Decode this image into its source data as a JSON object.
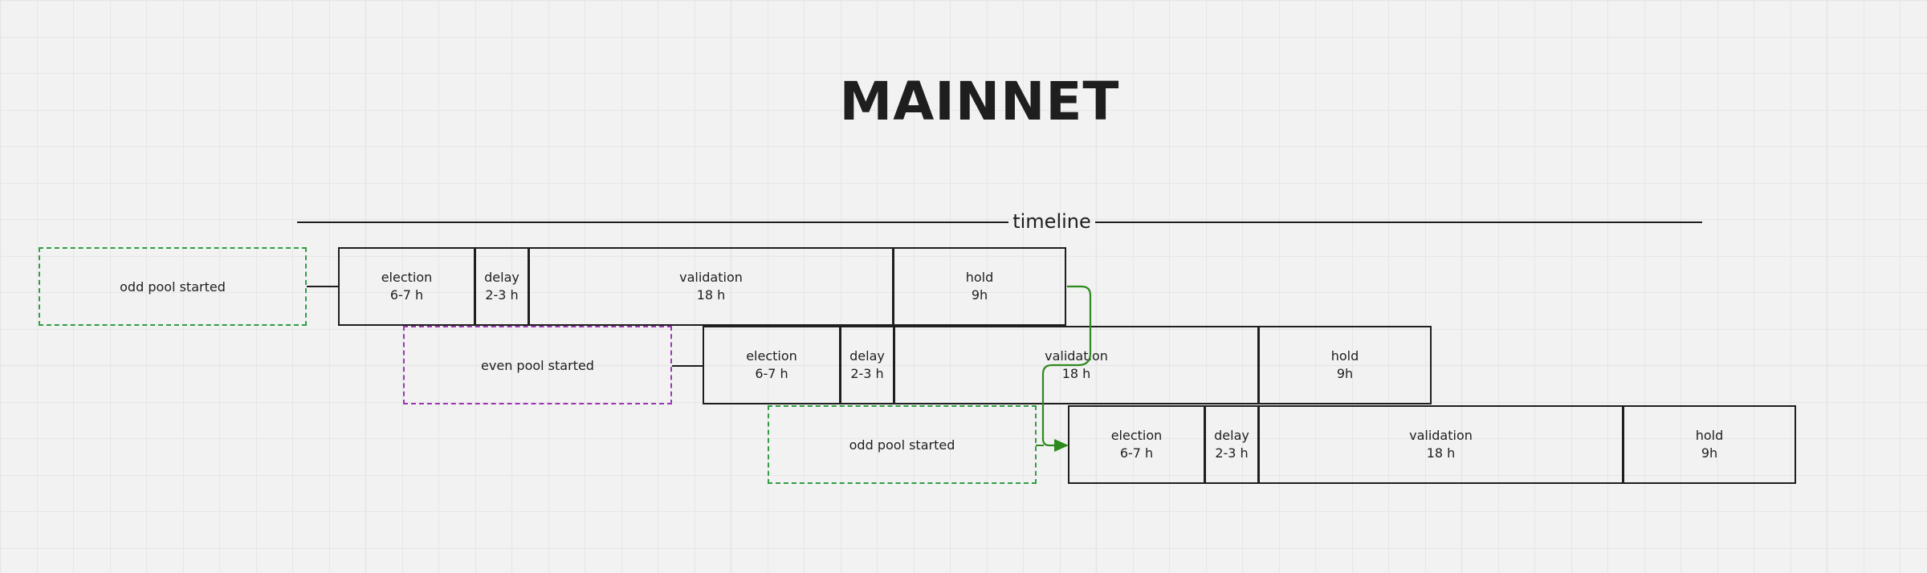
{
  "title": "MAINNET",
  "timeline": {
    "label": "timeline"
  },
  "colors": {
    "background": "#f2f2f2",
    "grid": "#e6e6e6",
    "ink": "#1e1e1e",
    "odd_pool": "#2f9e44",
    "even_pool": "#9c36b5",
    "arrow": "#2f8a1e"
  },
  "rows": [
    {
      "pool_label": "odd pool started",
      "pool_kind": "odd",
      "phases": [
        {
          "name": "election",
          "duration": "6-7 h"
        },
        {
          "name": "delay",
          "duration": "2-3 h"
        },
        {
          "name": "validation",
          "duration": "18 h"
        },
        {
          "name": "hold",
          "duration": "9h"
        }
      ]
    },
    {
      "pool_label": "even pool started",
      "pool_kind": "even",
      "phases": [
        {
          "name": "election",
          "duration": "6-7 h"
        },
        {
          "name": "delay",
          "duration": "2-3 h"
        },
        {
          "name": "validation",
          "duration": "18 h"
        },
        {
          "name": "hold",
          "duration": "9h"
        }
      ]
    },
    {
      "pool_label": "odd pool started",
      "pool_kind": "odd",
      "phases": [
        {
          "name": "election",
          "duration": "6-7 h"
        },
        {
          "name": "delay",
          "duration": "2-3 h"
        },
        {
          "name": "validation",
          "duration": "18 h"
        },
        {
          "name": "hold",
          "duration": "9h"
        }
      ]
    }
  ]
}
